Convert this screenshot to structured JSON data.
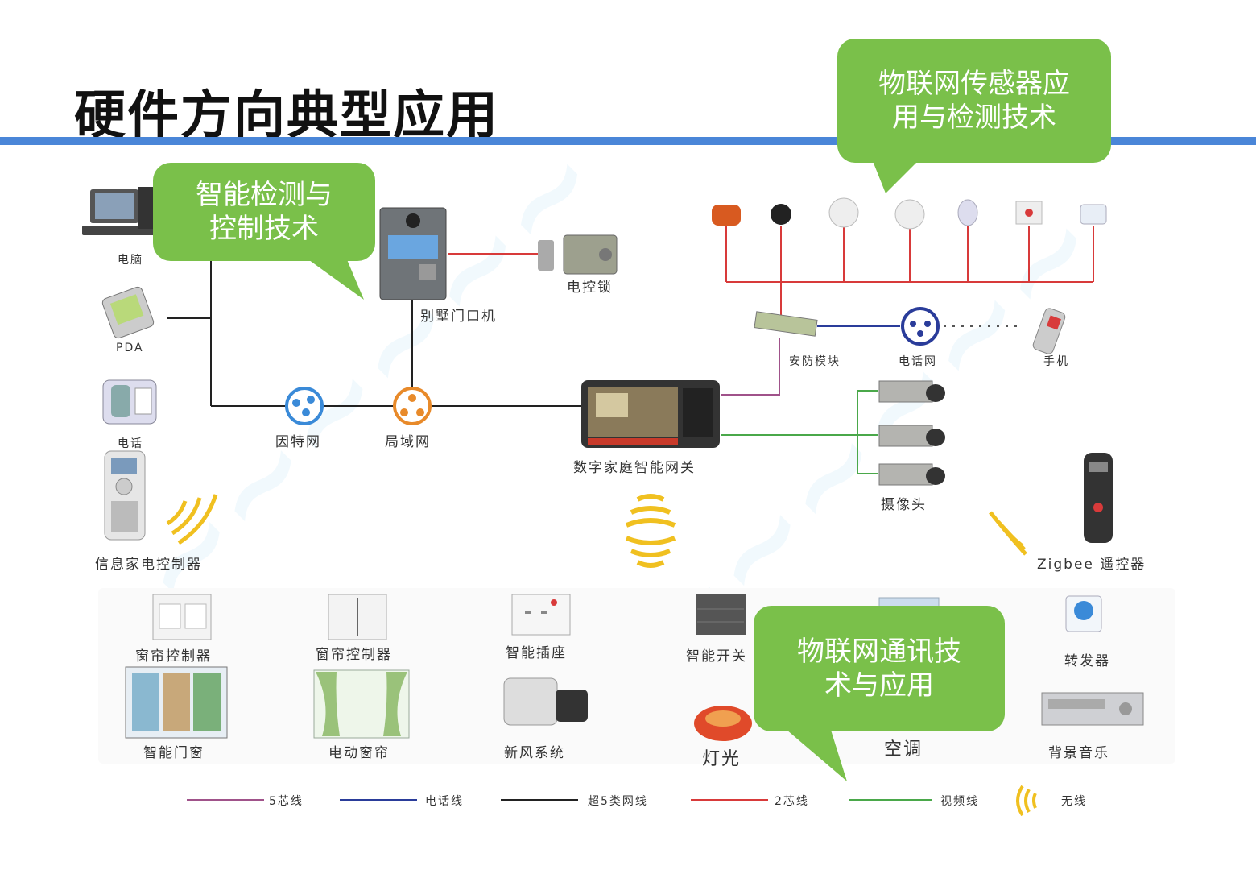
{
  "title": "硬件方向典型应用",
  "callouts": {
    "sensor": [
      "物联网传感器应",
      "用与检测技术"
    ],
    "control": [
      "智能检测与",
      "控制技术"
    ],
    "comm": [
      "物联网通讯技",
      "术与应用"
    ]
  },
  "labels": {
    "computer": "电脑",
    "pda": "PDA",
    "phone": "电话",
    "appliance_controller": "信息家电控制器",
    "door_unit": "别墅门口机",
    "electric_lock": "电控锁",
    "internet": "因特网",
    "lan": "局域网",
    "gateway": "数字家庭智能网关",
    "security_module": "安防模块",
    "phone_network": "电话网",
    "mobile": "手机",
    "camera": "摄像头",
    "zigbee_remote": "Zigbee 遥控器"
  },
  "devices": [
    {
      "label": "窗帘控制器"
    },
    {
      "label": "智能门窗"
    },
    {
      "label": "窗帘控制器"
    },
    {
      "label": "电动窗帘"
    },
    {
      "label": "智能插座"
    },
    {
      "label": "新风系统"
    },
    {
      "label": "智能开关"
    },
    {
      "label": "灯光"
    },
    {
      "label": "空调"
    },
    {
      "label": "转发器"
    },
    {
      "label": "背景音乐"
    }
  ],
  "legend": [
    {
      "label": "5芯线",
      "color": "#a0528a"
    },
    {
      "label": "电话线",
      "color": "#2a3c9a"
    },
    {
      "label": "超5类网线",
      "color": "#222222"
    },
    {
      "label": "2芯线",
      "color": "#d83a3a"
    },
    {
      "label": "视频线",
      "color": "#4aa84a"
    },
    {
      "label": "无线",
      "color": "#f0c020",
      "icon": "wireless-icon"
    }
  ],
  "colors": {
    "accent_bar": "#4a86d8",
    "callout": "#7ac04a",
    "five_core": "#a0528a",
    "phone_line": "#2a3c9a",
    "cat5": "#222222",
    "two_core": "#d83a3a",
    "video": "#4aa84a",
    "wireless": "#f0c020"
  }
}
